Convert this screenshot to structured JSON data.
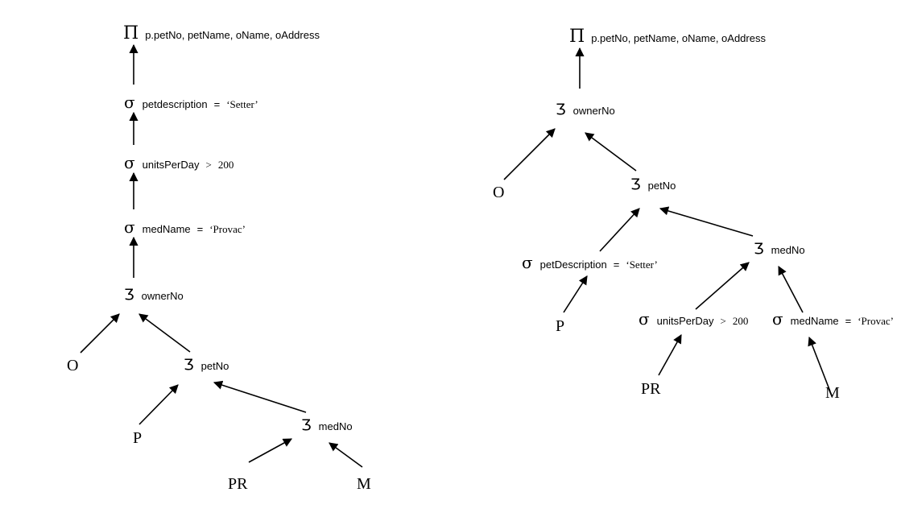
{
  "symbols": {
    "projection": "Π",
    "selection": "σ",
    "join": "Ʒ"
  },
  "left_tree": {
    "projection": "p.petNo, petName, oName, oAddress",
    "sel_pet_attr": "petdescription",
    "sel_pet_op": "=",
    "sel_pet_val": "‘Setter’",
    "sel_units_attr": "unitsPerDay",
    "sel_units_op": ">",
    "sel_units_val": "200",
    "sel_med_attr": "medName",
    "sel_med_op": "=",
    "sel_med_val": "‘Provac’",
    "join_owner": "ownerNo",
    "join_pet": "petNo",
    "join_med": "medNo",
    "leaf_o": "O",
    "leaf_p": "P",
    "leaf_pr": "PR",
    "leaf_m": "M"
  },
  "right_tree": {
    "projection": "p.petNo, petName, oName, oAddress",
    "join_owner": "ownerNo",
    "join_pet": "petNo",
    "join_med": "medNo",
    "sel_pet_attr": "petDescription",
    "sel_pet_op": "=",
    "sel_pet_val": "‘Setter’",
    "sel_units_attr": "unitsPerDay",
    "sel_units_op": ">",
    "sel_units_val": "200",
    "sel_med_attr": "medName",
    "sel_med_op": "=",
    "sel_med_val": "‘Provac’",
    "leaf_o": "O",
    "leaf_p": "P",
    "leaf_pr": "PR",
    "leaf_m": "M"
  }
}
